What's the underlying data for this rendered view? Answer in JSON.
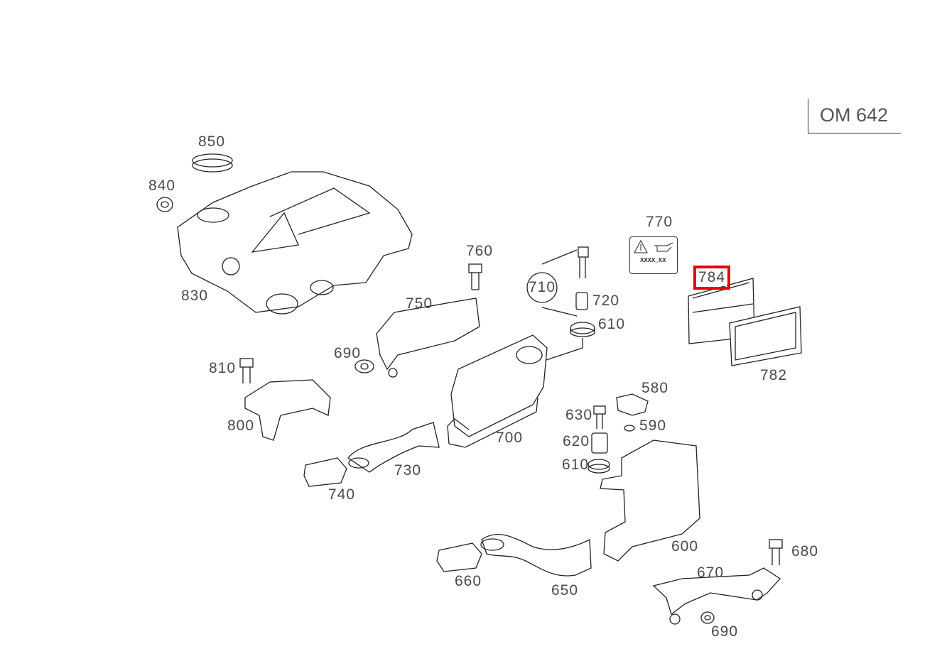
{
  "engine_code": "OM 642",
  "sticker_text": "XXXX_XX",
  "highlight_color": "#e8000b",
  "labels": [
    {
      "text": "850"
    },
    {
      "text": "840"
    },
    {
      "text": "830"
    },
    {
      "text": "760"
    },
    {
      "text": "770"
    },
    {
      "text": "710"
    },
    {
      "text": "720"
    },
    {
      "text": "750"
    },
    {
      "text": "610"
    },
    {
      "text": "784",
      "highlighted": true
    },
    {
      "text": "782"
    },
    {
      "text": "690"
    },
    {
      "text": "810"
    },
    {
      "text": "580"
    },
    {
      "text": "630"
    },
    {
      "text": "590"
    },
    {
      "text": "800"
    },
    {
      "text": "700"
    },
    {
      "text": "620"
    },
    {
      "text": "610"
    },
    {
      "text": "730"
    },
    {
      "text": "740"
    },
    {
      "text": "600"
    },
    {
      "text": "680"
    },
    {
      "text": "670"
    },
    {
      "text": "660"
    },
    {
      "text": "650"
    },
    {
      "text": "690"
    }
  ]
}
